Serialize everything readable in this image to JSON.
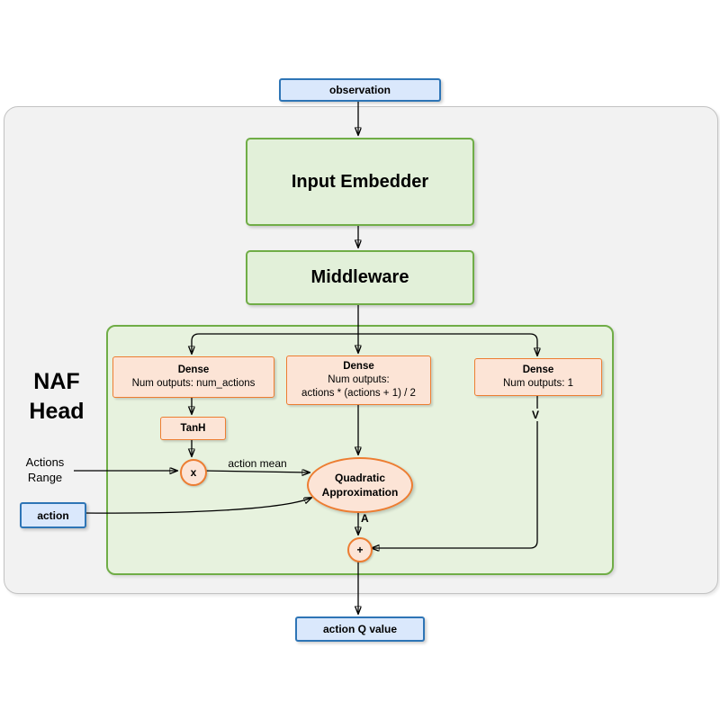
{
  "diagram": {
    "nodes": {
      "observation": {
        "label": "observation"
      },
      "input_embedder": {
        "label": "Input Embedder"
      },
      "middleware": {
        "label": "Middleware"
      },
      "naf_head_label": {
        "line1": "NAF",
        "line2": "Head"
      },
      "dense_actions": {
        "title": "Dense",
        "line2": "Num outputs: num_actions"
      },
      "dense_quadratic": {
        "title": "Dense",
        "line2": "Num outputs:",
        "line3": "actions * (actions + 1) / 2"
      },
      "dense_value": {
        "title": "Dense",
        "line2": "Num outputs: 1"
      },
      "tanh": {
        "label": "TanH"
      },
      "multiply_op": {
        "label": "x"
      },
      "quadratic_approximation": {
        "line1": "Quadratic",
        "line2": "Approximation"
      },
      "sum_op": {
        "label": "+"
      },
      "actions_range_label": {
        "line1": "Actions",
        "line2": "Range"
      },
      "action": {
        "label": "action"
      },
      "action_q_value": {
        "label": "action Q value"
      }
    },
    "edge_labels": {
      "action_mean": "action mean",
      "value_v": "V",
      "advantage_a": "A"
    },
    "colors": {
      "io_fill": "#dae8fc",
      "io_border": "#2e75b6",
      "stage_fill": "#e2f0d9",
      "stage_border": "#70ad47",
      "head_fill": "#fce4d6",
      "head_border": "#ed7d31",
      "canvas_fill": "#f2f2f2",
      "canvas_border": "#c2c2c2",
      "edge": "#000000"
    }
  }
}
